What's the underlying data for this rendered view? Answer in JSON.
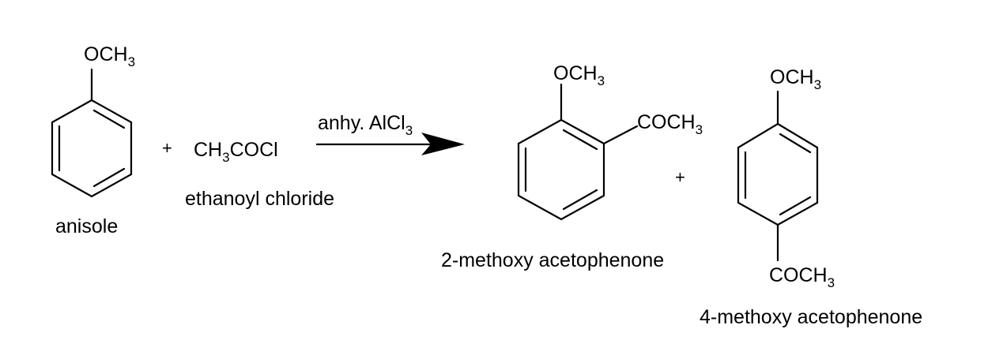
{
  "reaction": {
    "reactant1": {
      "substituent": {
        "main": "OCH",
        "sub": "3"
      },
      "name": "anisole"
    },
    "plus1": "+",
    "reactant2": {
      "formula": {
        "a": "CH",
        "a_sub": "3",
        "b": "COCl"
      },
      "name": "ethanoyl chloride"
    },
    "condition": {
      "main": "anhy. AlCl",
      "sub": "3"
    },
    "product1": {
      "substituent_top": {
        "main": "OCH",
        "sub": "3"
      },
      "substituent_side": {
        "main": "COCH",
        "sub": "3"
      },
      "name": "2-methoxy acetophenone"
    },
    "plus2": "+",
    "product2": {
      "substituent_top": {
        "main": "OCH",
        "sub": "3"
      },
      "substituent_bottom": {
        "main": "COCH",
        "sub": "3"
      },
      "name": "4-methoxy acetophenone"
    }
  }
}
